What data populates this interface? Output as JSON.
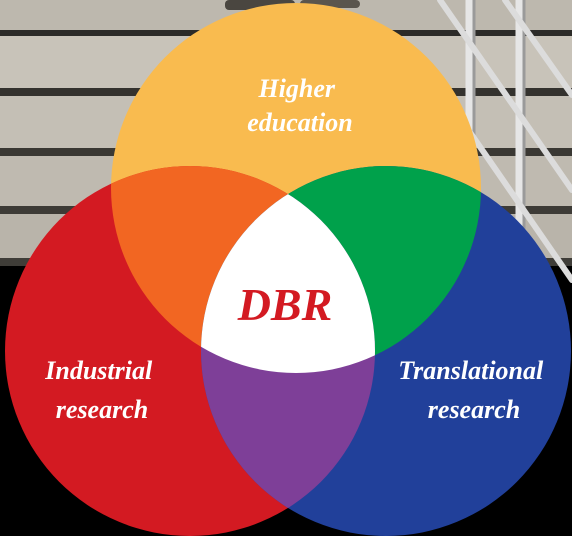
{
  "diagram": {
    "circles": [
      {
        "id": "higher-education",
        "lines": [
          "Higher",
          "education"
        ],
        "color": "#F9BB4F"
      },
      {
        "id": "industrial-research",
        "lines": [
          "Industrial",
          "research"
        ],
        "color": "#D31A22"
      },
      {
        "id": "translational-research",
        "lines": [
          "Translational",
          "research"
        ],
        "color": "#21409A"
      }
    ],
    "overlaps": {
      "education_industrial": "#F26622",
      "education_translational": "#00A14B",
      "industrial_translational": "#7E3F98",
      "center": "#FFFFFF"
    },
    "center_label": {
      "text": "DBR",
      "color": "#D31A22"
    }
  }
}
